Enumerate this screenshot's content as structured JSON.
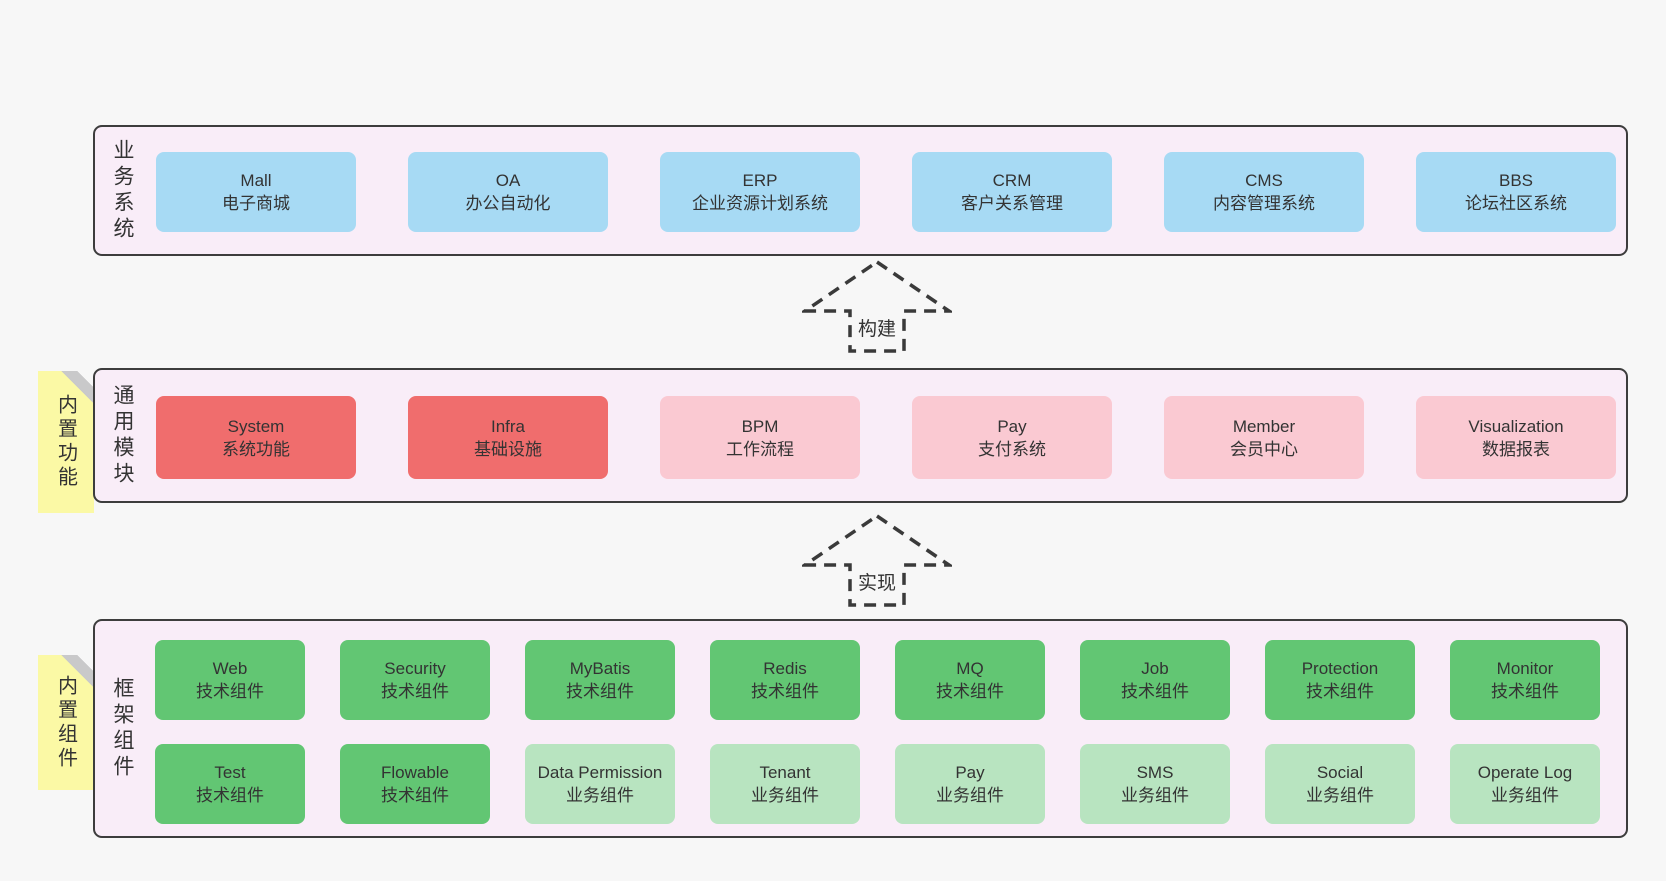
{
  "colors": {
    "page_bg": "#f7f7f7",
    "panel_bg": "#f9edf8",
    "panel_border": "#3d3d3d",
    "blue_box": "#a7daf4",
    "red_box": "#f06d6d",
    "pink_box": "#fac9d2",
    "green_dark_box": "#62c673",
    "green_light_box": "#b8e4c0",
    "tab_yellow": "#fbf9a5",
    "tab_fold_gray": "#c9c9ca",
    "text": "#333333"
  },
  "sections": [
    {
      "label": "业务系统",
      "boxes": [
        {
          "name": "Mall",
          "desc": "电子商城"
        },
        {
          "name": "OA",
          "desc": "办公自动化"
        },
        {
          "name": "ERP",
          "desc": "企业资源计划系统"
        },
        {
          "name": "CRM",
          "desc": "客户关系管理"
        },
        {
          "name": "CMS",
          "desc": "内容管理系统"
        },
        {
          "name": "BBS",
          "desc": "论坛社区系统"
        }
      ]
    },
    {
      "label": "通用模块",
      "tab": "内置功能",
      "boxes": [
        {
          "name": "System",
          "desc": "系统功能"
        },
        {
          "name": "Infra",
          "desc": "基础设施"
        },
        {
          "name": "BPM",
          "desc": "工作流程"
        },
        {
          "name": "Pay",
          "desc": "支付系统"
        },
        {
          "name": "Member",
          "desc": "会员中心"
        },
        {
          "name": "Visualization",
          "desc": "数据报表"
        }
      ]
    },
    {
      "label": "框架组件",
      "tab": "内置组件",
      "rows": [
        [
          {
            "name": "Web",
            "desc": "技术组件"
          },
          {
            "name": "Security",
            "desc": "技术组件"
          },
          {
            "name": "MyBatis",
            "desc": "技术组件"
          },
          {
            "name": "Redis",
            "desc": "技术组件"
          },
          {
            "name": "MQ",
            "desc": "技术组件"
          },
          {
            "name": "Job",
            "desc": "技术组件"
          },
          {
            "name": "Protection",
            "desc": "技术组件"
          },
          {
            "name": "Monitor",
            "desc": "技术组件"
          }
        ],
        [
          {
            "name": "Test",
            "desc": "技术组件"
          },
          {
            "name": "Flowable",
            "desc": "技术组件"
          },
          {
            "name": "Data Permission",
            "desc": "业务组件"
          },
          {
            "name": "Tenant",
            "desc": "业务组件"
          },
          {
            "name": "Pay",
            "desc": "业务组件"
          },
          {
            "name": "SMS",
            "desc": "业务组件"
          },
          {
            "name": "Social",
            "desc": "业务组件"
          },
          {
            "name": "Operate Log",
            "desc": "业务组件"
          }
        ]
      ]
    }
  ],
  "arrows": [
    {
      "label": "构建"
    },
    {
      "label": "实现"
    }
  ]
}
